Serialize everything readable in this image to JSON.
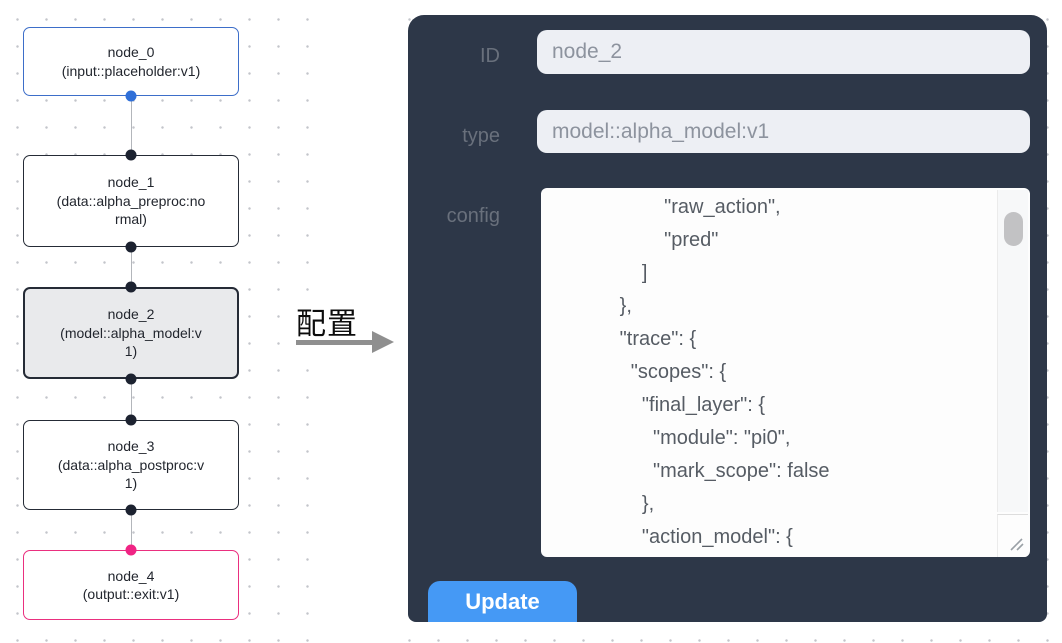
{
  "pipeline": {
    "nodes": [
      {
        "id": "node_0",
        "type_label": "(input::placeholder:v1)",
        "variant": "input"
      },
      {
        "id": "node_1",
        "type_label": "(data::alpha_preproc:normal)",
        "variant": "default"
      },
      {
        "id": "node_2",
        "type_label": "(model::alpha_model:v1)",
        "variant": "selected"
      },
      {
        "id": "node_3",
        "type_label": "(data::alpha_postproc:v1)",
        "variant": "default"
      },
      {
        "id": "node_4",
        "type_label": "(output::exit:v1)",
        "variant": "output"
      }
    ]
  },
  "transition": {
    "label": "配置"
  },
  "config_panel": {
    "fields": [
      {
        "label": "ID",
        "value": "node_2"
      },
      {
        "label": "type",
        "value": "model::alpha_model:v1"
      }
    ],
    "config_label": "config",
    "config_text": "                    \"raw_action\",\n                    \"pred\"\n                ]\n            },\n            \"trace\": {\n              \"scopes\": {\n                \"final_layer\": {\n                  \"module\": \"pi0\",\n                  \"mark_scope\": false\n                },\n                \"action_model\": {",
    "update_button": "Update"
  },
  "colors": {
    "panel_bg": "#2d3748",
    "input_bg": "#edeff4",
    "input_text": "#8d939e",
    "label_text": "#69707c",
    "button_bg": "#4599f5",
    "node_border_default": "#252b36",
    "node_border_input": "#3d6ec9",
    "node_border_output": "#ea2f7f",
    "node_selected_bg": "#e9eaec",
    "port_blue": "#2f6fd8",
    "port_pink": "#f02484",
    "port_dark": "#1c2230",
    "connector": "#b3b6bb",
    "dot_grid": "#c3c5ca"
  }
}
